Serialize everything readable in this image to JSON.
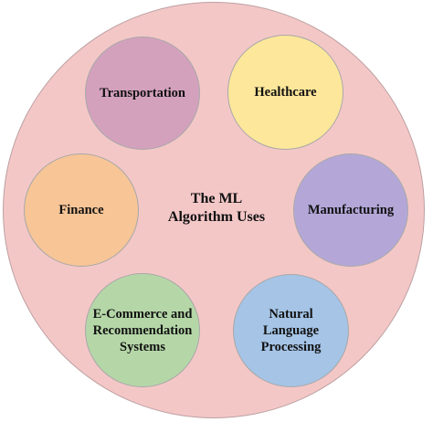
{
  "diagram": {
    "center_title": "The ML\nAlgorithm Uses",
    "outer_circle_color": "#f4c7c7",
    "nodes": [
      {
        "label": "Transportation",
        "color": "#d4a1bd"
      },
      {
        "label": "Healthcare",
        "color": "#fde79a"
      },
      {
        "label": "Finance",
        "color": "#f7c596"
      },
      {
        "label": "Manufacturing",
        "color": "#b4a7d8"
      },
      {
        "label": "E-Commerce and Recommendation Systems",
        "color": "#b5d7a8"
      },
      {
        "label": "Natural Language Processing",
        "color": "#a5c4e6"
      }
    ]
  }
}
